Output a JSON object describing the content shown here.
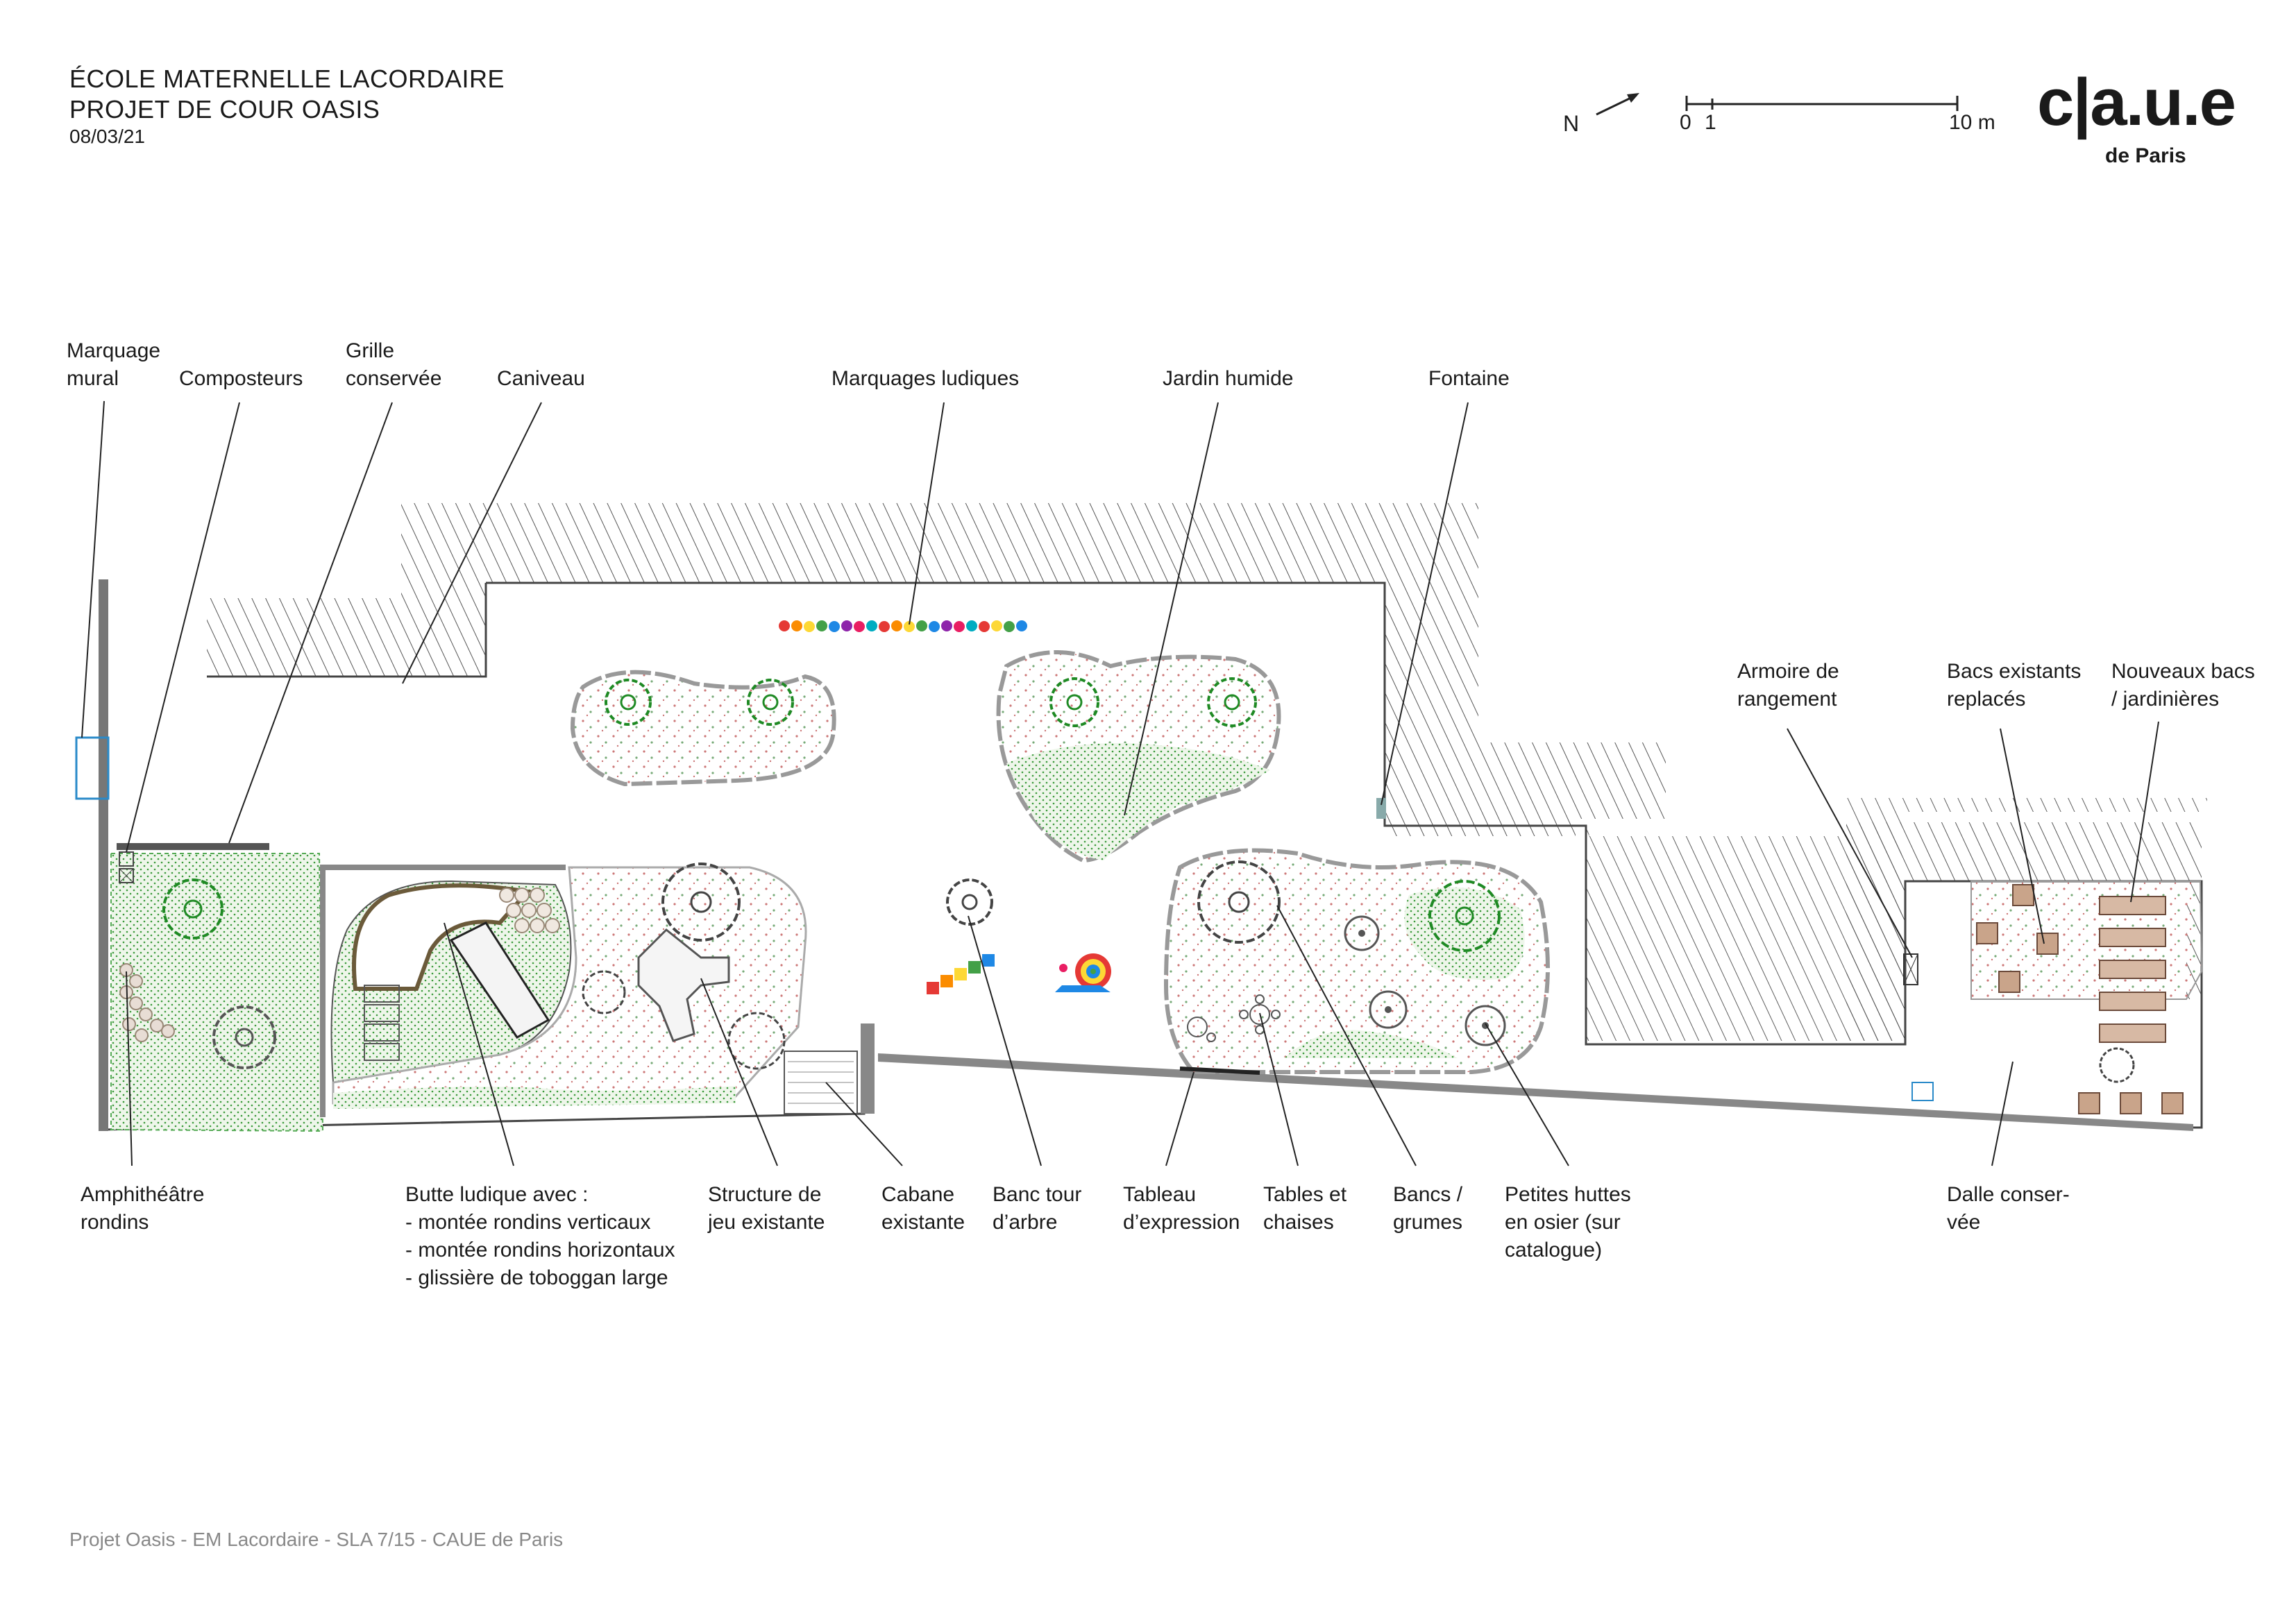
{
  "header": {
    "line1": "ÉCOLE MATERNELLE LACORDAIRE",
    "line2": "PROJET DE COUR OASIS",
    "date": "08/03/21"
  },
  "north": "N",
  "scale": {
    "zero": "0",
    "one": "1",
    "ten": "10 m"
  },
  "logo": {
    "main": "c|a.u.e",
    "sub": "de Paris"
  },
  "labels": {
    "marquage_mural": "Marquage\nmural",
    "composteurs": "Composteurs",
    "grille": "Grille\nconservée",
    "caniveau": "Caniveau",
    "marquages_ludiques": "Marquages ludiques",
    "jardin_humide": "Jardin humide",
    "fontaine": "Fontaine",
    "armoire": "Armoire de\nrangement",
    "bacs_existants": "Bacs existants\nreplacés",
    "nouveaux_bacs": "Nouveaux bacs\n/ jardinières",
    "amphitheatre": "Amphithéâtre\nrondins",
    "butte": "Butte ludique avec :\n- montée rondins verticaux\n- montée rondins horizontaux\n- glissière de toboggan large",
    "structure": "Structure de\njeu existante",
    "cabane": "Cabane\nexistante",
    "banc_tour": "Banc tour\nd’arbre",
    "tableau": "Tableau\nd’expression",
    "tables": "Tables et\nchaises",
    "bancs": "Bancs /\ngrumes",
    "huttes": "Petites huttes\nen osier (sur\ncatalogue)",
    "dalle": "Dalle conser-\nvée"
  },
  "footer": "Projet Oasis - EM Lacordaire - SLA 7/15 - CAUE de Paris",
  "colors": {
    "tree": "#1f8a24",
    "hatch": "#555555",
    "green_fill": "#d9ecd2",
    "planter": "#c9a48a",
    "water_blue": "#2a8ac9"
  }
}
